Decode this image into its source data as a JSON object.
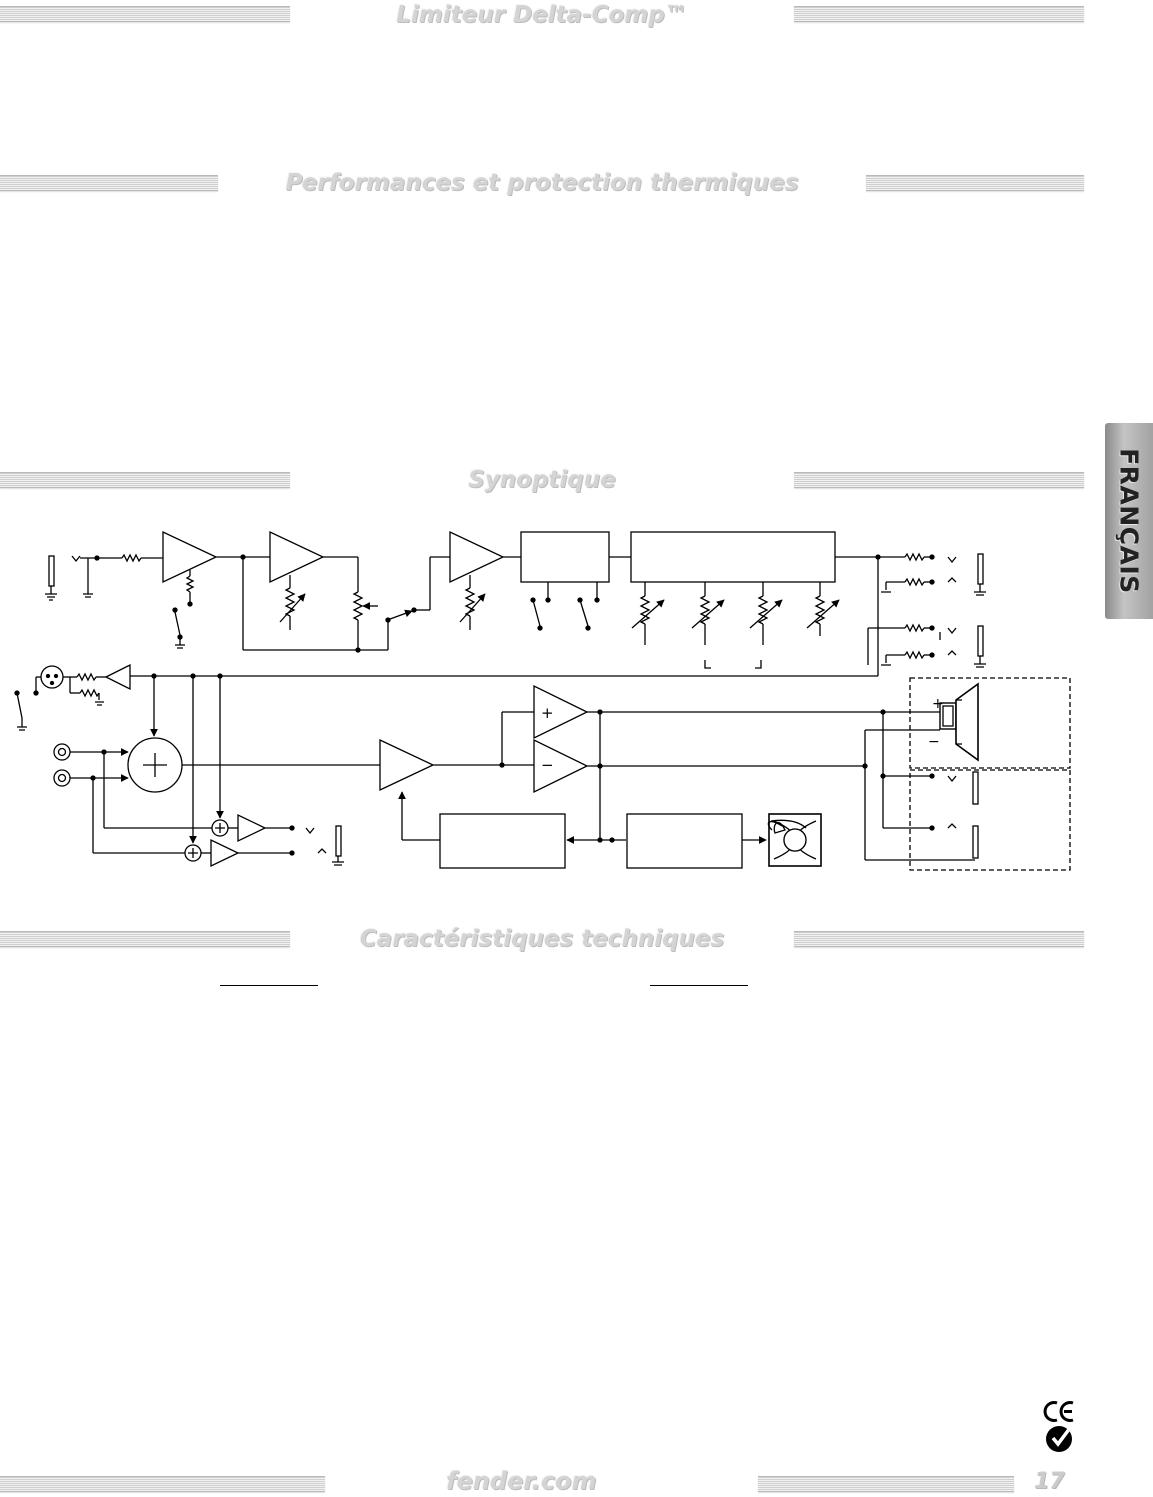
{
  "sections": [
    {
      "id": "limiter",
      "title": "Limiteur Delta-Comp™"
    },
    {
      "id": "thermal",
      "title": "Performances et protection thermiques"
    },
    {
      "id": "synoptic",
      "title": "Synoptique"
    },
    {
      "id": "specs",
      "title": "Caractéristiques techniques"
    }
  ],
  "language_tab": {
    "label": "FRANÇAIS"
  },
  "diagram": {
    "polarity_plus": "+",
    "polarity_minus": "−"
  },
  "footer": {
    "site": "fender.com",
    "page_number": "17"
  },
  "certification_marks": [
    "CE-mark-icon",
    "c-tick-mark-icon"
  ],
  "colors": {
    "heading": "#d4d4d4",
    "rule": "#cfcfcf",
    "tab": "#a2a2a2",
    "ink": "#000000"
  }
}
